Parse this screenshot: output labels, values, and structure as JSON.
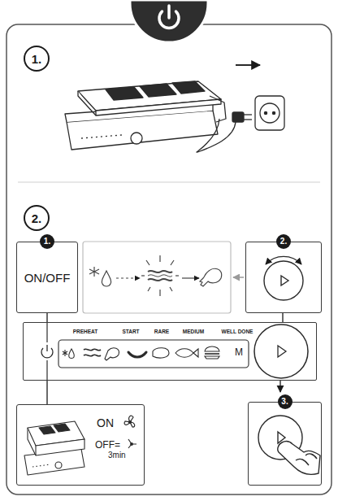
{
  "diagram": {
    "nodes": [
      {
        "text": [
          "1."
        ]
      },
      {
        "text": [
          "2."
        ]
      },
      {
        "text": [
          "1.",
          "ON/OFF"
        ]
      },
      {
        "text": [
          "2."
        ]
      },
      {
        "text": [
          "PREHEAT",
          "START",
          "RARE",
          "MEDIUM",
          "WELL DONE",
          "M"
        ]
      },
      {
        "text": [
          "ON",
          "OFF=",
          "3min"
        ]
      },
      {
        "text": [
          "3."
        ]
      }
    ],
    "edges": [
      {
        "from": 2,
        "to": 4,
        "arrow": "none"
      },
      {
        "from": 4,
        "to": 5,
        "arrow": "none"
      },
      {
        "from": 3,
        "to": 4,
        "arrow": "none"
      },
      {
        "from": 4,
        "to": 6,
        "arrow": "to"
      }
    ]
  }
}
